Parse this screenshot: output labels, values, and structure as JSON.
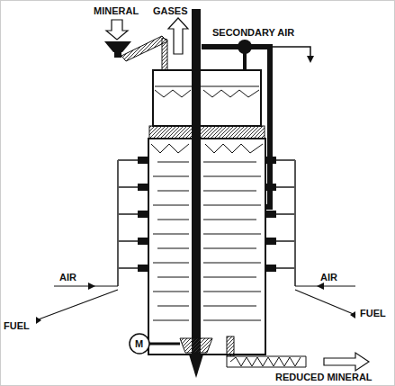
{
  "diagram": {
    "labels": [
      "MINERAL",
      "GASES",
      "SECONDARY AIR",
      "AIR",
      "AIR",
      "FUEL",
      "FUEL",
      "M",
      "REDUCED MINERAL"
    ]
  }
}
